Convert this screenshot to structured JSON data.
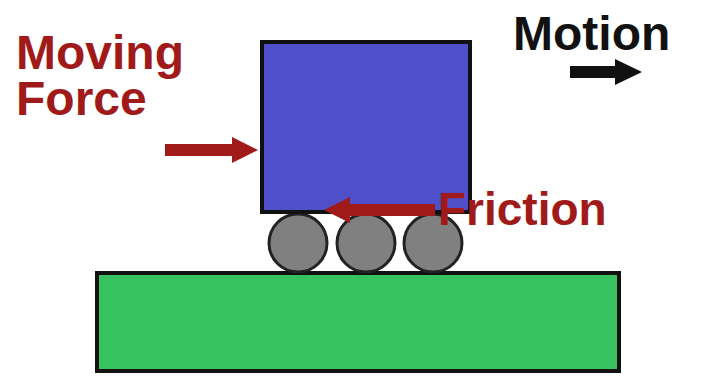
{
  "diagram": {
    "labels": [
      "Moving Force",
      "Motion",
      "Friction"
    ]
  }
}
